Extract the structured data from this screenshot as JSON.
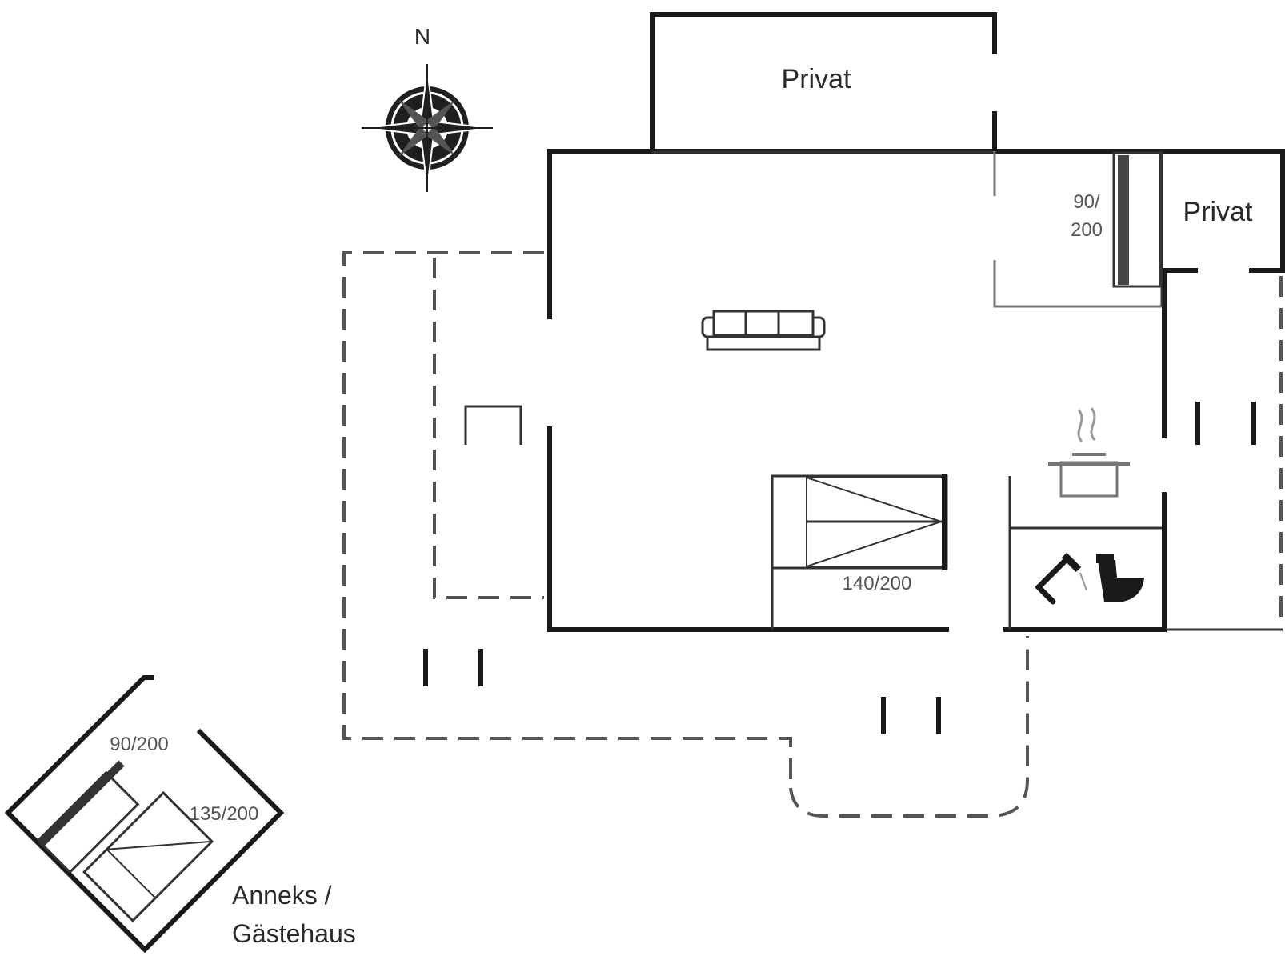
{
  "compass": {
    "north_label": "N"
  },
  "rooms": {
    "top_private": "Privat",
    "right_private": "Privat"
  },
  "beds": {
    "main_bed": "140/200",
    "single_bed_line1": "90/",
    "single_bed_line2": "200"
  },
  "annex": {
    "single_bed": "90/200",
    "double_bed": "135/200",
    "title_line1": "Anneks /",
    "title_line2": "Gästehaus"
  }
}
